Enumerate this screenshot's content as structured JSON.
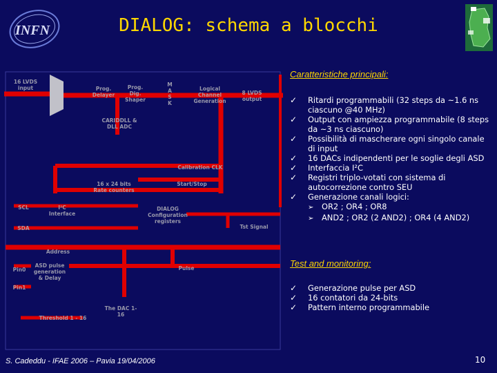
{
  "title": "DIALOG: schema a blocchi",
  "logo_text": "INFN",
  "diagram": {
    "lvds_input": "16 LVDS input",
    "prog_delayer": "Prog. Delayer",
    "prog_dig_shaper": "Prog. Dig. Shaper",
    "mask": "M A S K",
    "logical_channel": "Logical Channel Generation",
    "lvds_output": "8 LVDS output",
    "caddll": "CARIDDLL & DLL ADC",
    "calibration_clk": "Calibration CLK",
    "rate_counters": "16 x 24 bits Rate counters",
    "start_stop": "Start/Stop",
    "scl": "SCL",
    "i2c": "I²C Interface",
    "dialog_config": "DIALOG Configuration registers",
    "sda": "SDA",
    "tst_signal": "Tst Signal",
    "address": "Address",
    "p_in": "Pin0",
    "asd_pulse": "ASD pulse generation & Delay",
    "pulse": "Pulse",
    "pin1": "Pin1",
    "threshold": "Threshold 1 - 16",
    "dac": "The DAC 1-16"
  },
  "features": {
    "heading": "Caratteristiche principali:",
    "items": [
      "Ritardi programmabili (32 steps da ~1.6 ns ciascuno @40 MHz)",
      "Output con ampiezza programmabile (8 steps da ~3 ns ciascuno)",
      "Possibilità di mascherare ogni singolo canale di input",
      "16 DACs indipendenti per le soglie degli ASD",
      "Interfaccia I²C",
      "Registri triplo-votati con sistema di autocorrezione contro SEU",
      "Generazione canali logici:"
    ],
    "subitems": [
      "OR2 ; OR4 ; OR8",
      "AND2 ; OR2 (2 AND2) ; OR4 (4 AND2)"
    ]
  },
  "test": {
    "heading": "Test and monitoring:",
    "items": [
      "Generazione pulse per ASD",
      "16 contatori da 24-bits",
      "Pattern interno programmabile"
    ]
  },
  "footer": "S. Cadeddu - IFAE 2006 – Pavia 19/04/2006",
  "page_number": "10",
  "colors": {
    "background": "#0b0b5e",
    "title": "#ffd700",
    "diagram_path": "#e00000",
    "text": "#ffffff"
  }
}
